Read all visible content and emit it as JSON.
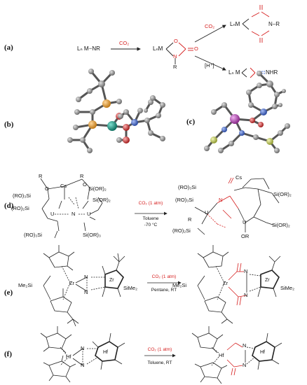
{
  "panels": {
    "a": {
      "label": "(a)",
      "reactant": "Lₙ M┈NR",
      "reagent": "CO₂",
      "intermediate_lnm": "LₙM",
      "intermediate_o": "O",
      "intermediate_n": "N",
      "intermediate_r": "R",
      "intermediate_co": "O",
      "upper_reagent": "CO₂",
      "upper_product_lnm": "LₙM",
      "upper_product_nr": "N–R",
      "lower_reagent": "[H⁺]",
      "lower_product_lnm": "Lₙ M",
      "lower_product_nhr": "NHR"
    },
    "b": {
      "label": "(b)"
    },
    "c": {
      "label": "(c)"
    },
    "d": {
      "label": "(d)",
      "reagent": "CO₂ (1 atm)",
      "solvent": "Toluene",
      "temperature": "-70 °C",
      "cs": "Cs",
      "u": "U",
      "n": "N",
      "r": "R",
      "o": "O",
      "ro3si": "(RO)₃Si",
      "ro2si": "(RO)₂Si",
      "sior2": "Si(OR)₂",
      "sior3": "Si(OR)₃",
      "or": "OR"
    },
    "e": {
      "label": "(e)",
      "reagent": "CO₂ (1 atm)",
      "conditions": "Pentane, RT",
      "me2si": "Me₂Si",
      "sime2": "SiMe₂",
      "zr": "Zr",
      "n": "N"
    },
    "f": {
      "label": "(f)",
      "reagent": "CO₂ (1 atm)",
      "conditions": "Toluene, RT",
      "hf": "Hf",
      "n": "N"
    }
  },
  "colors": {
    "highlight": "#d62020",
    "bond": "#222222",
    "atom_gray": "#8a8a8a",
    "atom_orange": "#e8a33a",
    "atom_teal": "#1f9a8a",
    "atom_blue": "#4a6fd0",
    "atom_red": "#d64040",
    "atom_magenta": "#c050c0",
    "atom_yellowgreen": "#c8d060"
  }
}
